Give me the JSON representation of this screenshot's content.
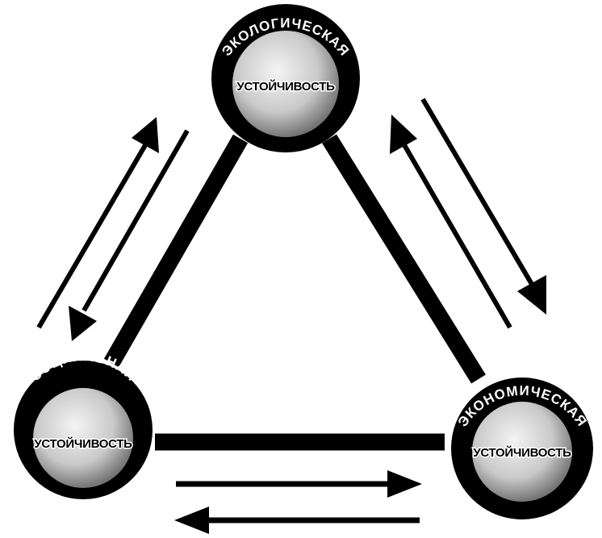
{
  "diagram": {
    "nodes": {
      "ecological": {
        "outer_label": "ЭКОЛОГИЧЕСКАЯ",
        "inner_label": "УСТОЙЧИВОСТЬ"
      },
      "social": {
        "outer_label": "СОЦИАЛЬНАЯ",
        "inner_label": "УСТОЙЧИВОСТЬ"
      },
      "economic": {
        "outer_label": "ЭКОНОМИЧЕСКАЯ",
        "inner_label": "УСТОЙЧИВОСТЬ"
      }
    },
    "connections": [
      {
        "from": "ecological",
        "to": "social"
      },
      {
        "from": "ecological",
        "to": "economic"
      },
      {
        "from": "social",
        "to": "economic"
      }
    ],
    "arrow_pairs": [
      {
        "between": [
          "social",
          "ecological"
        ],
        "directions": [
          "social→ecological",
          "ecological→social"
        ]
      },
      {
        "between": [
          "ecological",
          "economic"
        ],
        "directions": [
          "economic→ecological",
          "ecological→economic"
        ]
      },
      {
        "between": [
          "social",
          "economic"
        ],
        "directions": [
          "social→economic",
          "economic→social"
        ]
      }
    ],
    "colors": {
      "ink": "#000000",
      "paper": "#ffffff",
      "sphere_light": "#f4f4f4",
      "sphere_mid": "#bdbdbd",
      "sphere_dark": "#5a5a5a"
    }
  }
}
